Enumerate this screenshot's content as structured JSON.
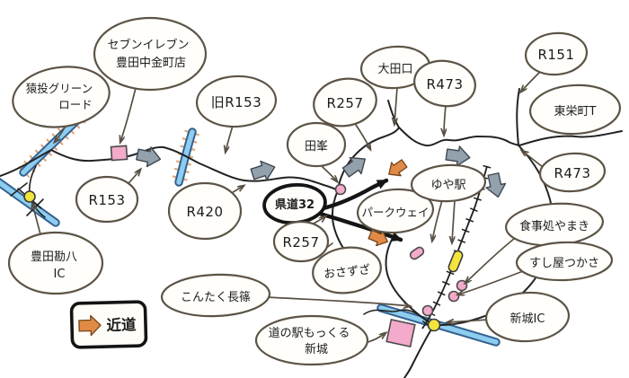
{
  "legend": {
    "shortcut": "近道"
  },
  "bubbles": {
    "sanage_green_road": {
      "line1": "猿投グリーン",
      "line2": "ロード"
    },
    "seven_eleven": {
      "line1": "セブンイレブン",
      "line2": "豊田中金町店"
    },
    "old_r153": "旧R153",
    "r153": "R153",
    "r420": "R420",
    "kendo_32": "県道32",
    "r257_north": "R257",
    "damine": "田峯",
    "otaguchi": "大田口",
    "r473_north": "R473",
    "r151": "R151",
    "toei_cho": "東栄町T",
    "r473_east": "R473",
    "yuya_station": "ゆや駅",
    "parkway": "パークウェイ",
    "r257_south": "R257",
    "osazuza": "おさずざ",
    "kontaku_nagashino": "こんたく長篠",
    "yamaki": "食事処やまき",
    "tsukasa": "すし屋つかさ",
    "shinshiro_ic": "新城IC",
    "mokkuru": {
      "line1": "道の駅もっくる",
      "line2": "新城"
    },
    "kanpachi_ic": {
      "line1": "豊田勘八",
      "line2": "IC"
    }
  },
  "colors": {
    "bubble_outline": "#5d5346",
    "road": "#222222",
    "bold_shortcut_route": "#151515",
    "expressway_fill": "#8ecdf0",
    "expressway_casing": "#33618f",
    "toll_road_hatch": "#e2a87c",
    "gray_direction_arrow": "#93a1ad",
    "orange_shortcut_arrow": "#e08a45",
    "pink_marker": "#f4aacb",
    "yellow_marker": "#f3e53e"
  }
}
